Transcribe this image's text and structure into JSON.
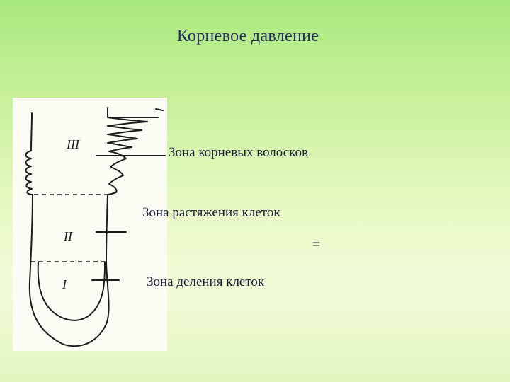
{
  "slide": {
    "title": "Корневое давление"
  },
  "zones": {
    "root_hairs": "Зона корневых волосков",
    "elongation": "Зона растяжения клеток",
    "symbol": "=",
    "division": "Зона деления клеток"
  },
  "diagram": {
    "zone_markers": [
      "III",
      "II",
      "I"
    ],
    "stroke_color": "#1c1c1c",
    "panel_color": "#fbfdf5"
  }
}
